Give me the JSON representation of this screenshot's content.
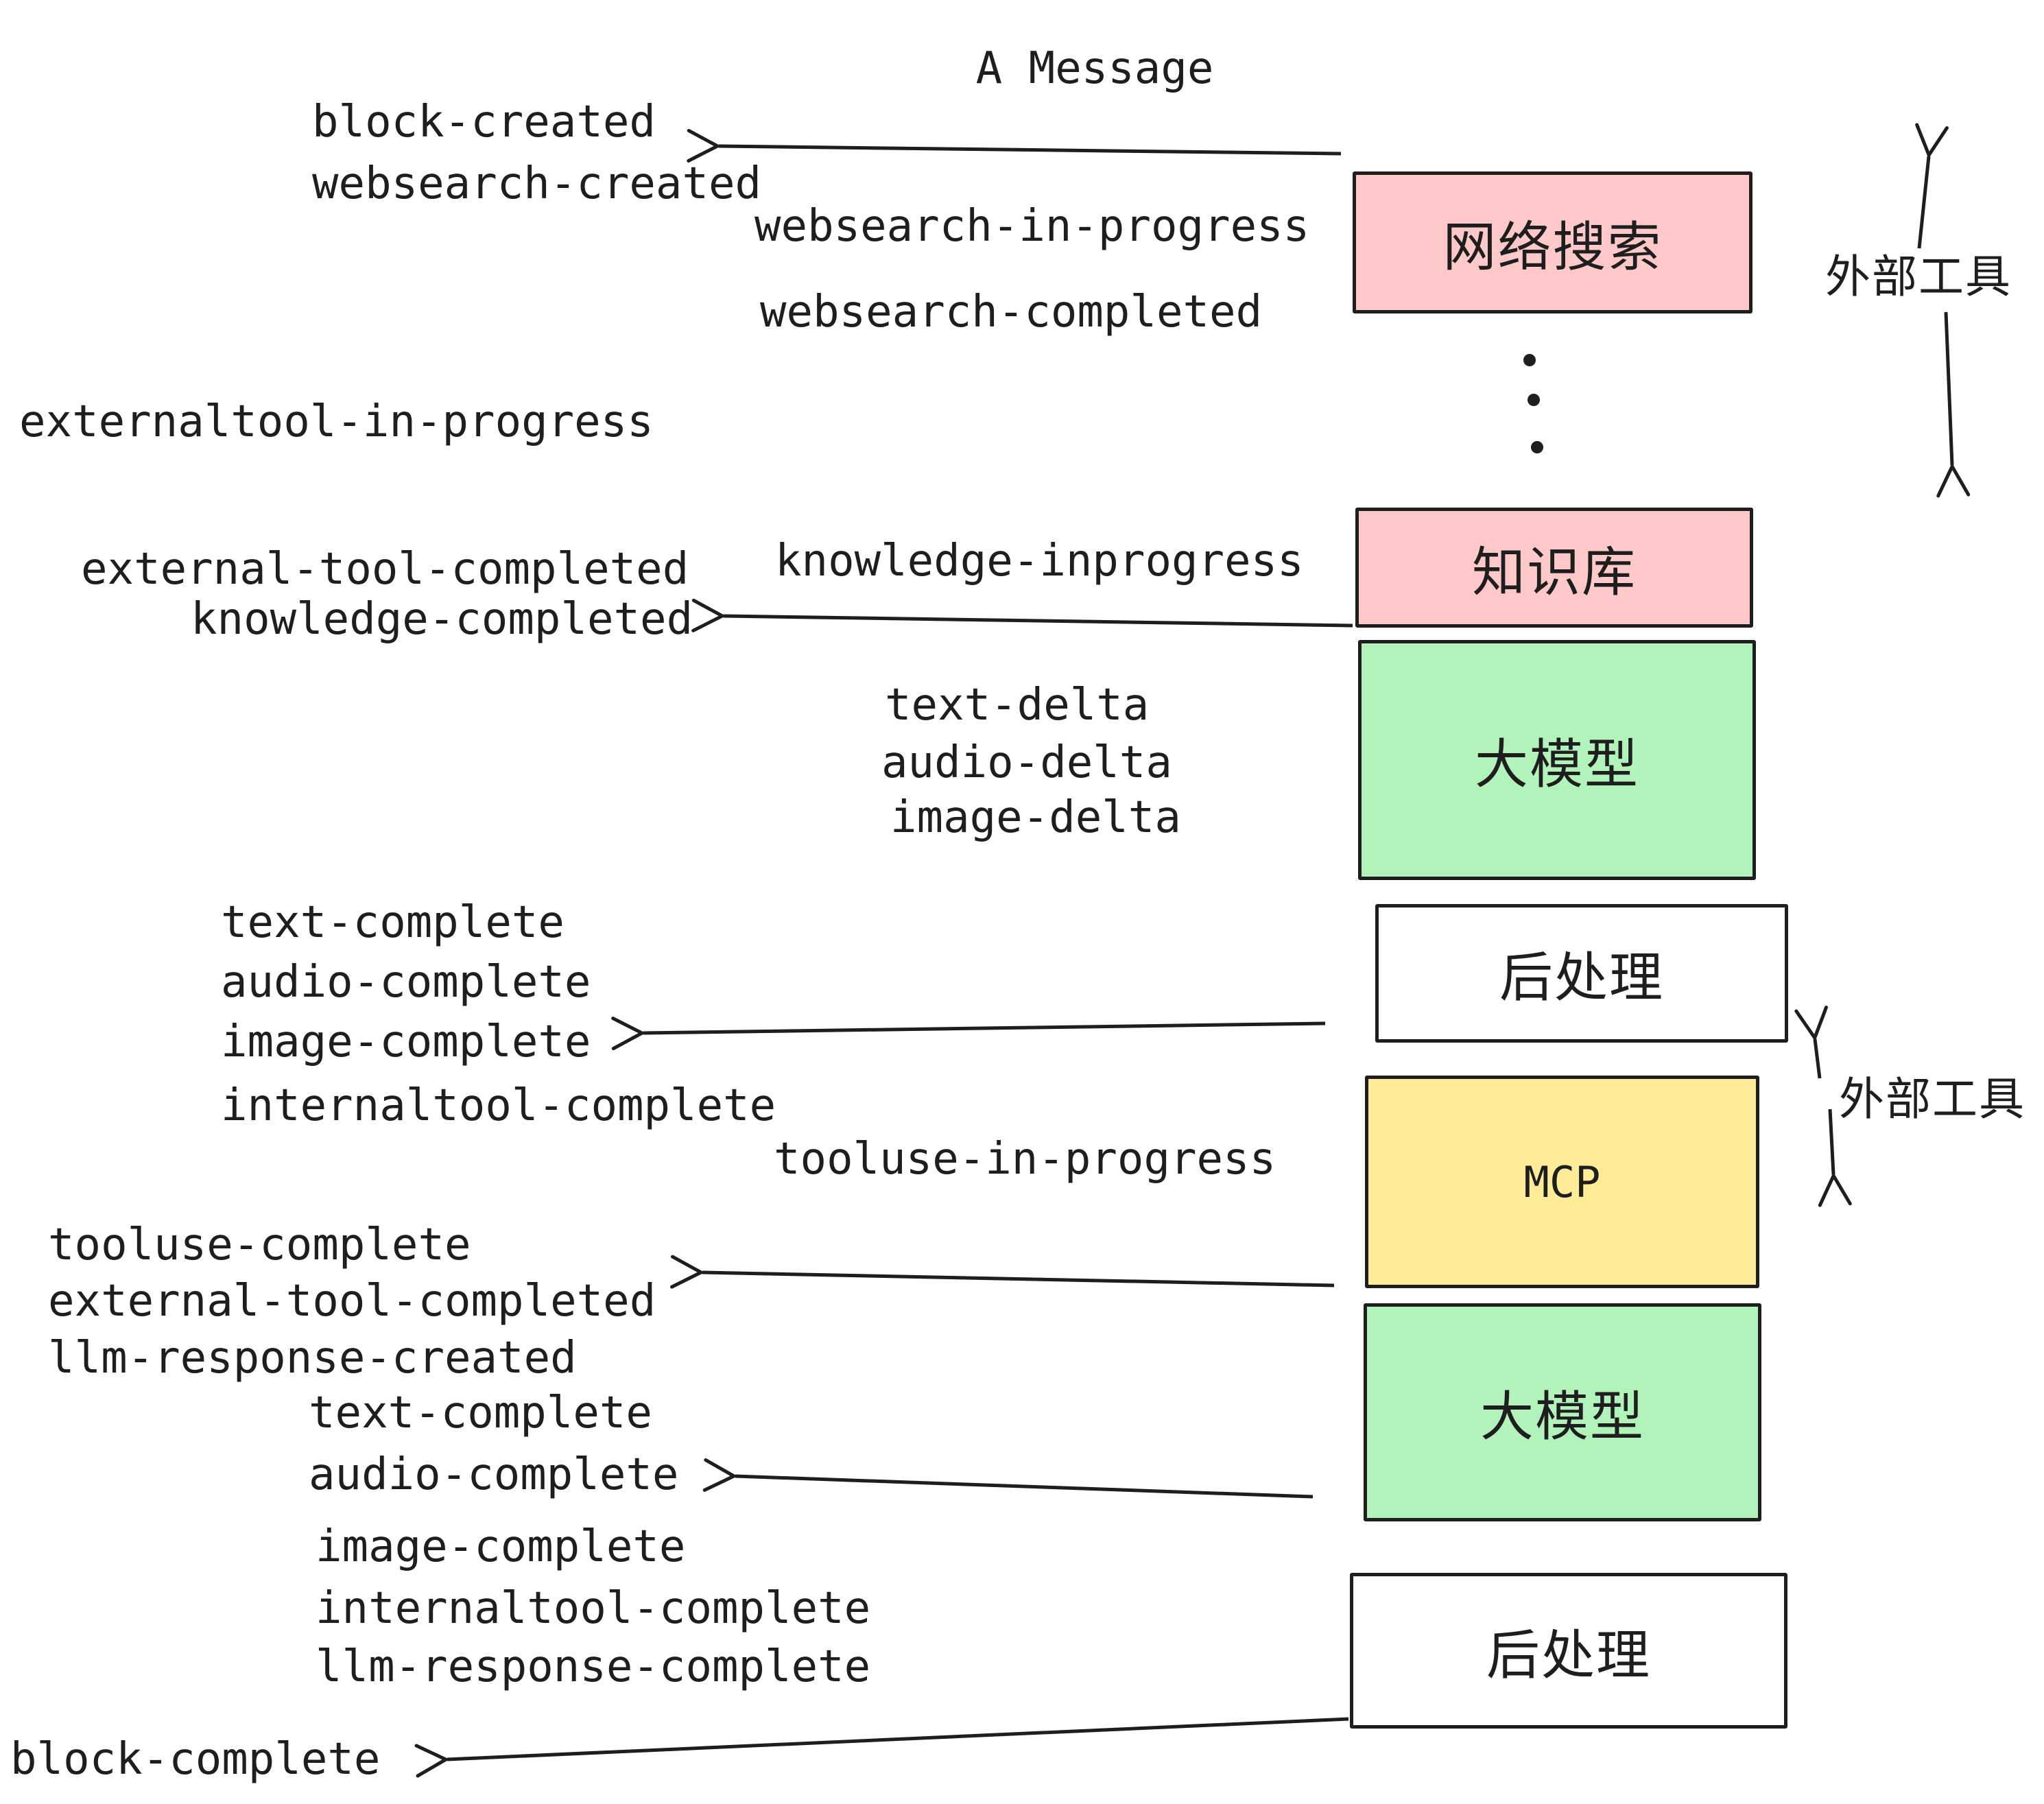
{
  "title": "A Message",
  "events": [
    {
      "label": "block-created"
    },
    {
      "label": "websearch-created"
    },
    {
      "label": "websearch-in-progress"
    },
    {
      "label": "websearch-completed"
    },
    {
      "label": "externaltool-in-progress"
    },
    {
      "label": "knowledge-inprogress"
    },
    {
      "label": "external-tool-completed"
    },
    {
      "label": "knowledge-completed"
    },
    {
      "label": "text-delta"
    },
    {
      "label": "audio-delta"
    },
    {
      "label": "image-delta"
    },
    {
      "label": "text-complete"
    },
    {
      "label": "audio-complete"
    },
    {
      "label": "image-complete"
    },
    {
      "label": "internaltool-complete"
    },
    {
      "label": "tooluse-in-progress"
    },
    {
      "label": "tooluse-complete"
    },
    {
      "label": "external-tool-completed"
    },
    {
      "label": "llm-response-created"
    },
    {
      "label": "text-complete"
    },
    {
      "label": "audio-complete"
    },
    {
      "label": "image-complete"
    },
    {
      "label": "internaltool-complete"
    },
    {
      "label": "llm-response-complete"
    },
    {
      "label": "block-complete"
    }
  ],
  "boxes": [
    {
      "label": "网络搜索",
      "color": "#ffc9c9"
    },
    {
      "label": "知识库",
      "color": "#ffc9c9"
    },
    {
      "label": "大模型",
      "color": "#b2f2bb"
    },
    {
      "label": "后处理",
      "color": "#ffffff"
    },
    {
      "label": "MCP",
      "color": "#ffec99"
    },
    {
      "label": "大模型",
      "color": "#b2f2bb"
    },
    {
      "label": "后处理",
      "color": "#ffffff"
    }
  ],
  "annotations": [
    {
      "label": "外部工具"
    },
    {
      "label": "外部工具"
    }
  ],
  "icons": {
    "ellipsis": "vertical-ellipsis-dots",
    "arrowheads": "open-chevron-left"
  },
  "colors": {
    "stroke": "#1e1e1e",
    "pink": "#ffc9c9",
    "green": "#b2f2bb",
    "yellow": "#ffec99",
    "white": "#ffffff",
    "background": "#ffffff"
  }
}
